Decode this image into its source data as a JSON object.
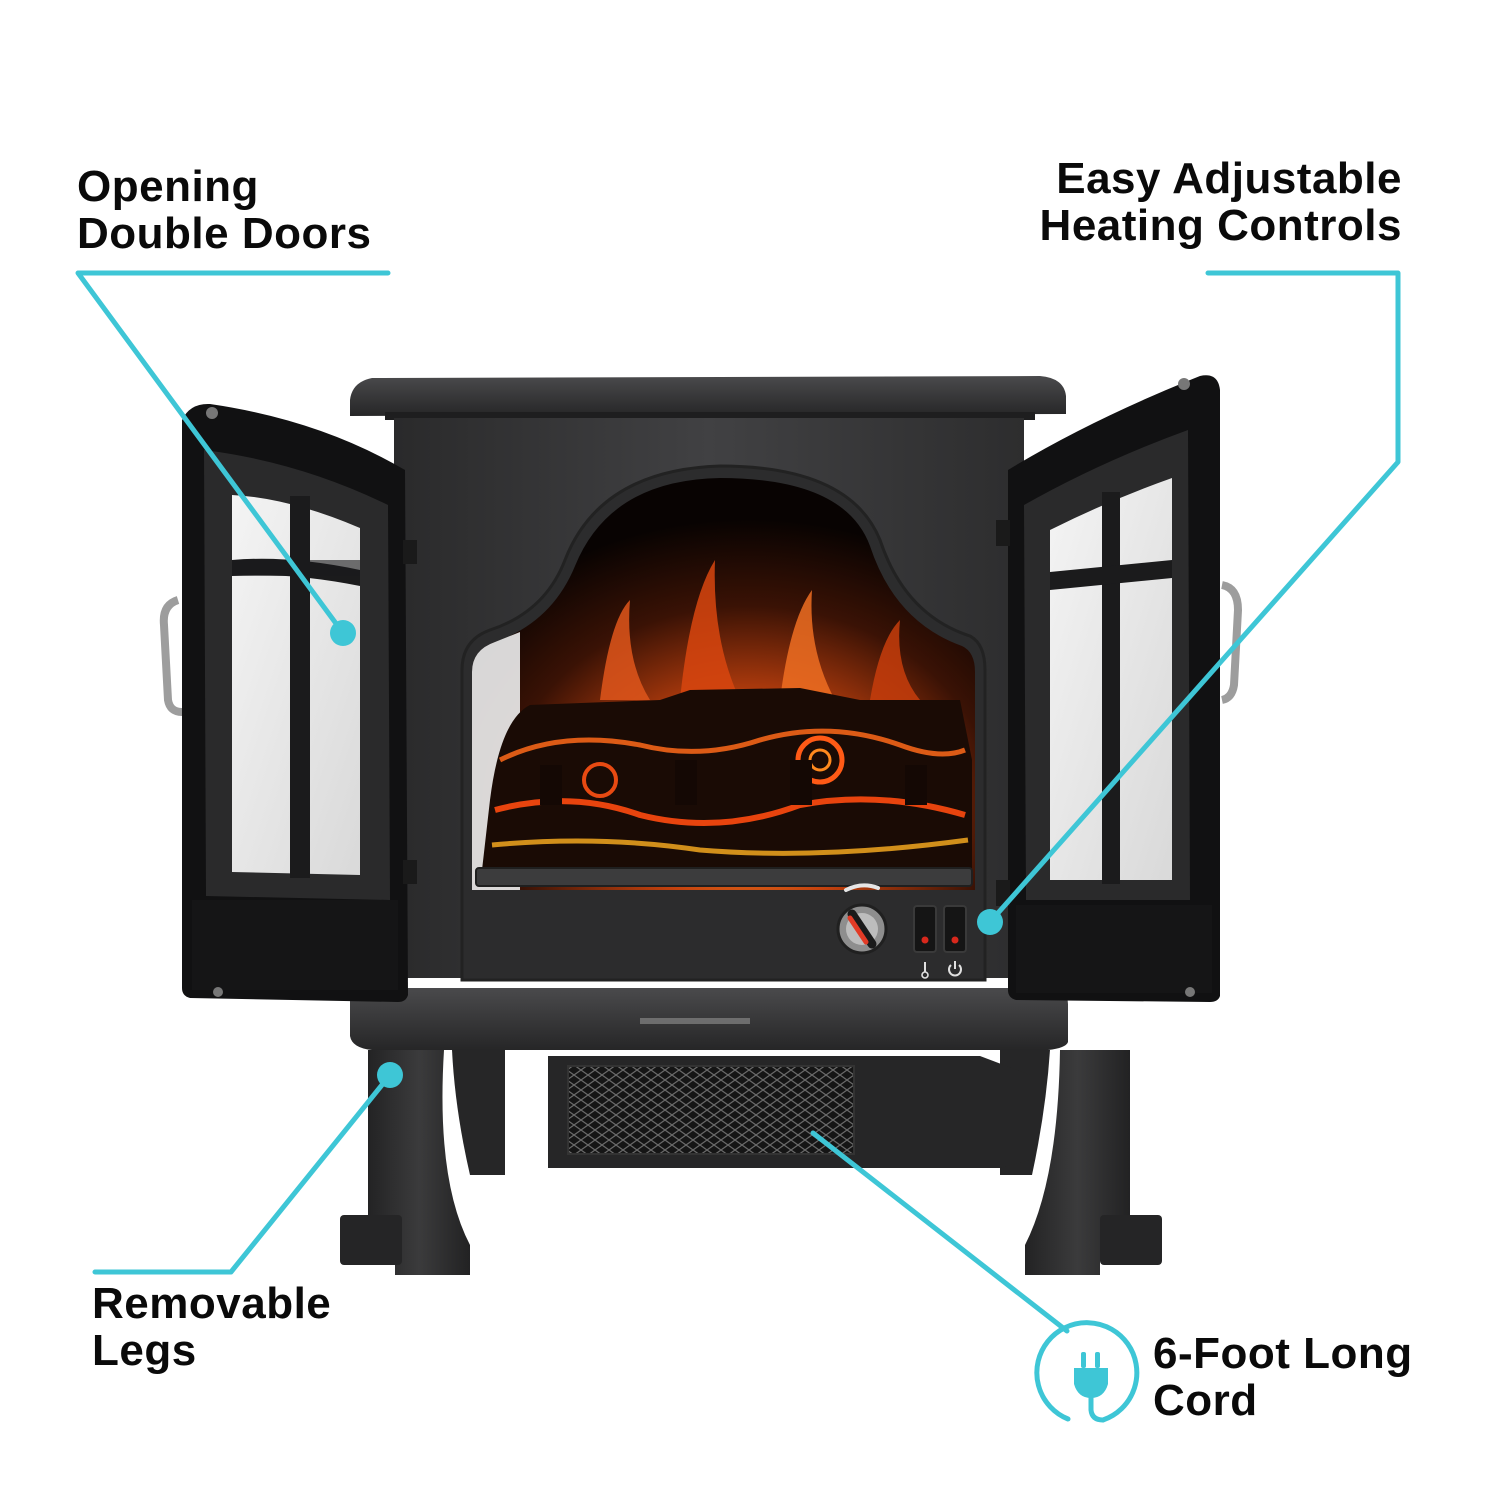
{
  "product": {
    "type": "electric fireplace stove heater",
    "finish": "matte black",
    "controls": {
      "thermostat_knob": "heat adjustment knob",
      "switches": [
        {
          "name": "heat",
          "icon": "thermometer-icon",
          "indicator": "red"
        },
        {
          "name": "power",
          "icon": "power-icon",
          "indicator": "red"
        }
      ]
    }
  },
  "callouts": [
    {
      "id": "doors",
      "lines": [
        "Opening",
        "Double Doors"
      ],
      "target": "left-door"
    },
    {
      "id": "controls",
      "lines": [
        "Easy Adjustable",
        "Heating Controls"
      ],
      "target": "control-panel"
    },
    {
      "id": "legs",
      "lines": [
        "Removable",
        "Legs"
      ],
      "target": "left-leg"
    },
    {
      "id": "cord",
      "lines": [
        "6-Foot Long",
        "Cord"
      ],
      "target": "heater-vent",
      "icon": "plug-icon"
    }
  ],
  "colors": {
    "accent": "#3ec6d6",
    "text": "#0a0a0a",
    "body": "#3a3a3b",
    "body_dark": "#1c1c1d",
    "flame": "#e4501a",
    "ember": "#ff8a1e"
  }
}
